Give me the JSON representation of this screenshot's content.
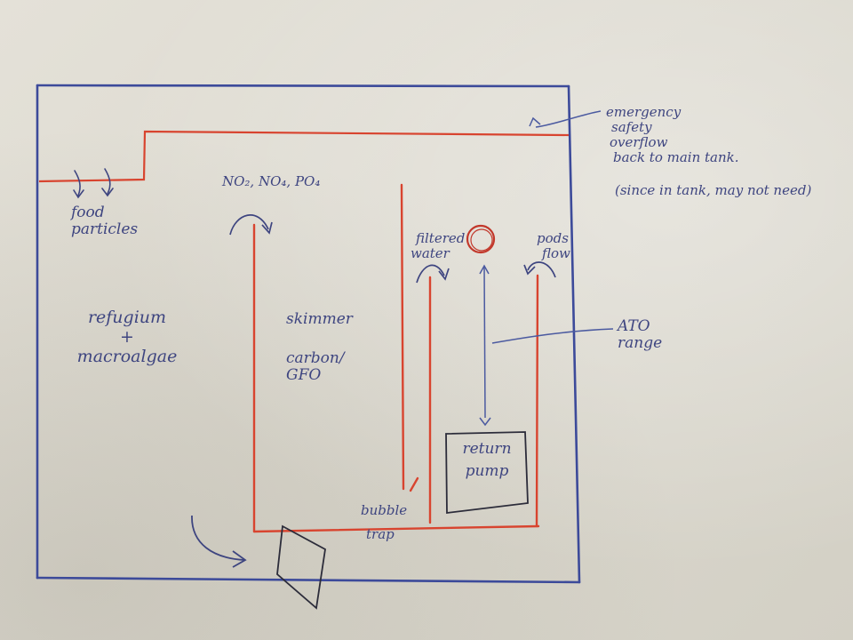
{
  "labels": {
    "emergency_overflow": [
      "emergency",
      "safety",
      "overflow",
      "back to main tank."
    ],
    "emergency_note": "(since in tank, may not need)",
    "nutrients": "NO₂, NO₄, PO₄",
    "food_particles": [
      "food",
      "particles"
    ],
    "refugium": [
      "refugium",
      "+",
      "macroalgae"
    ],
    "skimmer": "skimmer",
    "carbon_gfo": [
      "carbon/",
      "GFO"
    ],
    "filtered_water": [
      "filtered",
      "water"
    ],
    "pods_flow": [
      "pods",
      "flow"
    ],
    "ato_range": [
      "ATO",
      "range"
    ],
    "return_pump": [
      "return",
      "pump"
    ],
    "bubble_trap": [
      "bubble",
      "trap"
    ]
  },
  "colors": {
    "ink_blue": "#3e4580",
    "ink_red": "#d8442f",
    "ink_dark": "#2c2c3a"
  }
}
